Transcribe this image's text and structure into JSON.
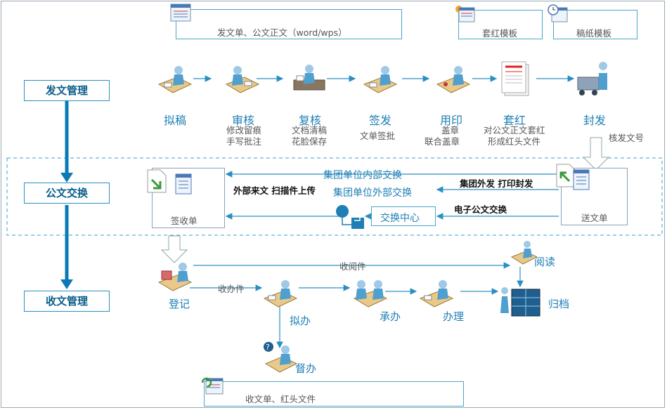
{
  "stages": {
    "dispatch": "发文管理",
    "exchange": "公文交换",
    "receive": "收文管理"
  },
  "templates": {
    "doc": "发文单、公文正文（word/wps）",
    "red_header": "套红模板",
    "draft_paper": "稿纸模板",
    "receipt": "收文单、红头文件"
  },
  "dispatch_steps": [
    {
      "title": "拟稿",
      "sub": []
    },
    {
      "title": "审核",
      "sub": [
        "修改留痕",
        "手写批注"
      ]
    },
    {
      "title": "复核",
      "sub": [
        "文档清稿",
        "花脸保存"
      ]
    },
    {
      "title": "签发",
      "sub": [
        "文单签批"
      ]
    },
    {
      "title": "用印",
      "sub": [
        "盖章",
        "联合盖章"
      ]
    },
    {
      "title": "套红",
      "sub": [
        "对公文正文套红",
        "形成红头文件"
      ]
    },
    {
      "title": "封发",
      "sub": []
    }
  ],
  "dispatch_number": "核发文号",
  "exchange": {
    "sign_receipt": "签收单",
    "send_doc": "送文单",
    "internal": "集团单位内部交换",
    "external": "集团单位外部交换",
    "center": "交换中心",
    "group_send": "集团外发 打印封发",
    "external_incoming": "外部来文 扫描件上传",
    "electronic": "电子公文交换"
  },
  "receive_steps": {
    "register": "登记",
    "read_doc": "收阅件",
    "read": "阅读",
    "handle_doc": "收办件",
    "propose": "拟办",
    "undertake": "承办",
    "process": "办理",
    "archive": "归档",
    "supervise": "督办"
  }
}
